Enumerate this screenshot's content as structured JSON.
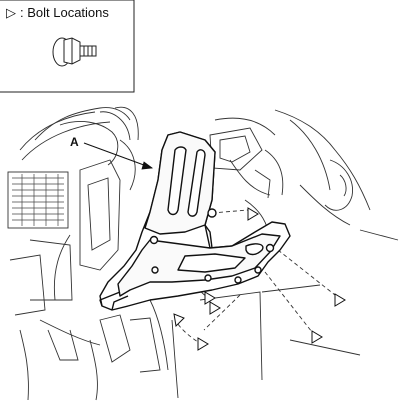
{
  "legend": {
    "symbol": "▷",
    "text": ": Bolt Locations",
    "icon": "bolt-icon"
  },
  "callout": {
    "label": "A"
  },
  "bolt_markers": {
    "icon": "triangle-marker-icon",
    "count": 7
  },
  "colors": {
    "line": "#1a1a1a",
    "background": "#ffffff"
  }
}
